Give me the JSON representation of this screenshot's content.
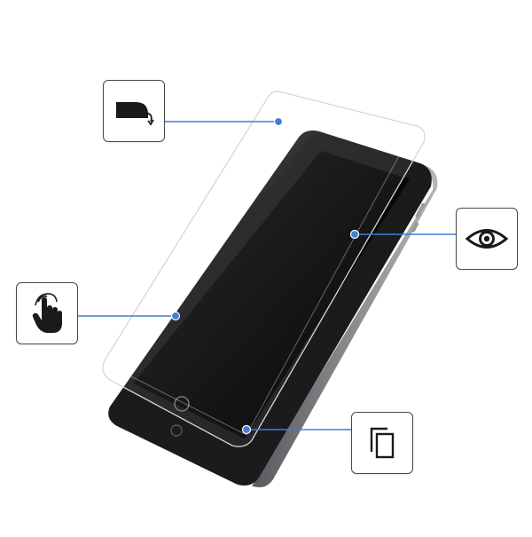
{
  "scene": {
    "subject": "tablet-with-tempered-glass-screen-protector",
    "colors": {
      "accent_line": "#3f7fd6",
      "box_border": "#4a4a4a",
      "icon": "#1a1a1a",
      "tablet_body": "#1b1b1d",
      "tablet_edge": "#8c8c90",
      "screen": "#050505"
    }
  },
  "callouts": [
    {
      "name": "curved-edge",
      "icon": "curved-edge-icon"
    },
    {
      "name": "clarity",
      "icon": "eye-icon"
    },
    {
      "name": "touch",
      "icon": "touch-hand-icon"
    },
    {
      "name": "fit",
      "icon": "copy-layers-icon"
    }
  ]
}
